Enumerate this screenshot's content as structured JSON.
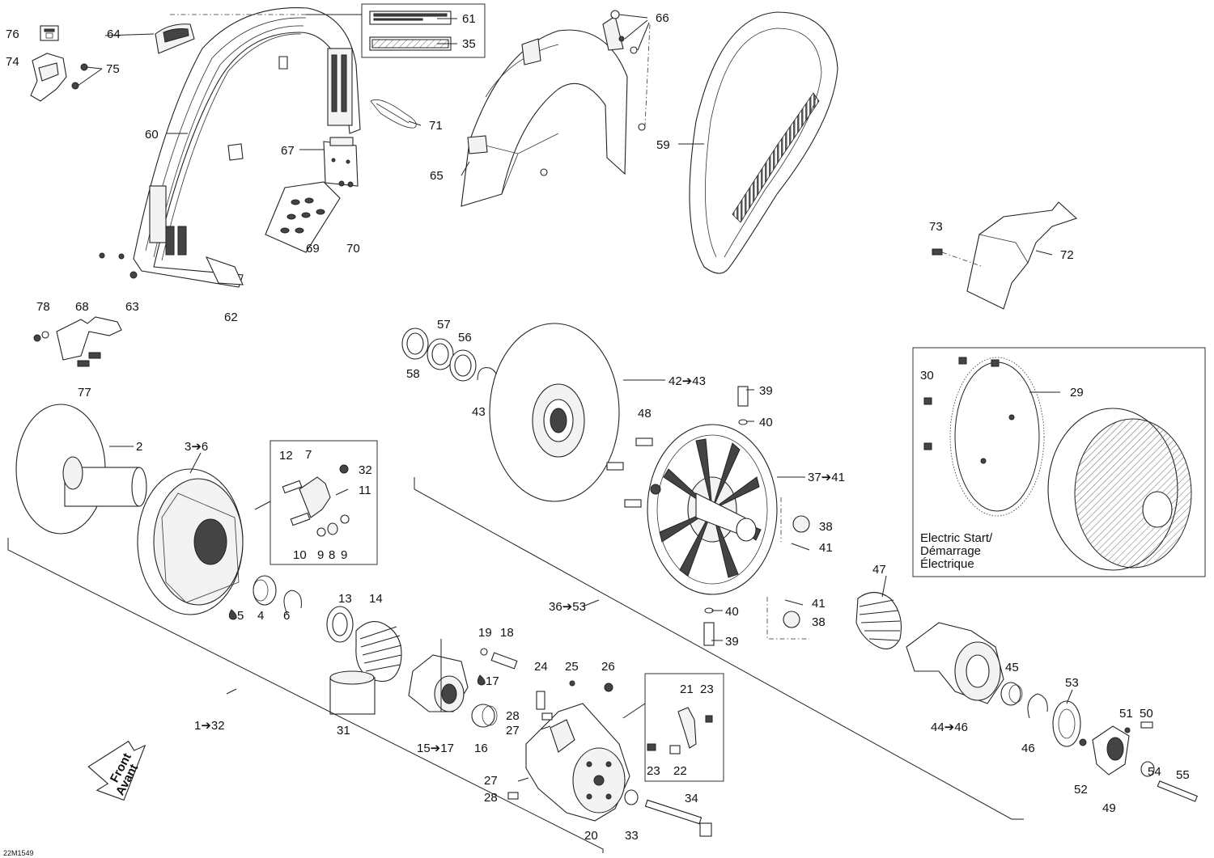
{
  "diagram": {
    "drawing_code": "22M1549",
    "front_label": [
      "Front",
      "Avant"
    ],
    "electric_start_label": [
      "Electric Start/",
      "Démarrage",
      "Électrique"
    ],
    "callouts": [
      {
        "id": "c76",
        "text": "76"
      },
      {
        "id": "c64",
        "text": "64"
      },
      {
        "id": "c74",
        "text": "74"
      },
      {
        "id": "c75",
        "text": "75"
      },
      {
        "id": "c61",
        "text": "61"
      },
      {
        "id": "c35",
        "text": "35"
      },
      {
        "id": "c66",
        "text": "66"
      },
      {
        "id": "c60",
        "text": "60"
      },
      {
        "id": "c71",
        "text": "71"
      },
      {
        "id": "c67",
        "text": "67"
      },
      {
        "id": "c59",
        "text": "59"
      },
      {
        "id": "c65",
        "text": "65"
      },
      {
        "id": "c69",
        "text": "69"
      },
      {
        "id": "c70",
        "text": "70"
      },
      {
        "id": "c73",
        "text": "73"
      },
      {
        "id": "c72",
        "text": "72"
      },
      {
        "id": "c63",
        "text": "63"
      },
      {
        "id": "c62",
        "text": "62"
      },
      {
        "id": "c78",
        "text": "78"
      },
      {
        "id": "c68",
        "text": "68"
      },
      {
        "id": "c77",
        "text": "77"
      },
      {
        "id": "c57",
        "text": "57"
      },
      {
        "id": "c56",
        "text": "56"
      },
      {
        "id": "c58",
        "text": "58"
      },
      {
        "id": "c43",
        "text": "43"
      },
      {
        "id": "c42_43",
        "text": "42➔43"
      },
      {
        "id": "c39a",
        "text": "39"
      },
      {
        "id": "c40a",
        "text": "40"
      },
      {
        "id": "c48",
        "text": "48"
      },
      {
        "id": "c30",
        "text": "30"
      },
      {
        "id": "c29",
        "text": "29"
      },
      {
        "id": "c2",
        "text": "2"
      },
      {
        "id": "c3_6",
        "text": "3➔6"
      },
      {
        "id": "c12",
        "text": "12"
      },
      {
        "id": "c7",
        "text": "7"
      },
      {
        "id": "c32",
        "text": "32"
      },
      {
        "id": "c11",
        "text": "11"
      },
      {
        "id": "c37_41",
        "text": "37➔41"
      },
      {
        "id": "c38a",
        "text": "38"
      },
      {
        "id": "c41a",
        "text": "41"
      },
      {
        "id": "c10",
        "text": "10"
      },
      {
        "id": "c9a",
        "text": "9"
      },
      {
        "id": "c8",
        "text": "8"
      },
      {
        "id": "c9b",
        "text": "9"
      },
      {
        "id": "c47",
        "text": "47"
      },
      {
        "id": "c13",
        "text": "13"
      },
      {
        "id": "c14",
        "text": "14"
      },
      {
        "id": "c36_53",
        "text": "36➔53"
      },
      {
        "id": "c40b",
        "text": "40"
      },
      {
        "id": "c41b",
        "text": "41"
      },
      {
        "id": "c38b",
        "text": "38"
      },
      {
        "id": "c5",
        "text": "5"
      },
      {
        "id": "c4",
        "text": "4"
      },
      {
        "id": "c6",
        "text": "6"
      },
      {
        "id": "c19",
        "text": "19"
      },
      {
        "id": "c18",
        "text": "18"
      },
      {
        "id": "c39b",
        "text": "39"
      },
      {
        "id": "c24",
        "text": "24"
      },
      {
        "id": "c25",
        "text": "25"
      },
      {
        "id": "c26",
        "text": "26"
      },
      {
        "id": "c17",
        "text": "17"
      },
      {
        "id": "c21",
        "text": "21"
      },
      {
        "id": "c23a",
        "text": "23"
      },
      {
        "id": "c45",
        "text": "45"
      },
      {
        "id": "c53",
        "text": "53"
      },
      {
        "id": "c1_32",
        "text": "1➔32"
      },
      {
        "id": "c31",
        "text": "31"
      },
      {
        "id": "c28a",
        "text": "28"
      },
      {
        "id": "c27a",
        "text": "27"
      },
      {
        "id": "c15_17",
        "text": "15➔17"
      },
      {
        "id": "c16",
        "text": "16"
      },
      {
        "id": "c44_46",
        "text": "44➔46"
      },
      {
        "id": "c46",
        "text": "46"
      },
      {
        "id": "c51",
        "text": "51"
      },
      {
        "id": "c50",
        "text": "50"
      },
      {
        "id": "c23b",
        "text": "23"
      },
      {
        "id": "c22",
        "text": "22"
      },
      {
        "id": "c54",
        "text": "54"
      },
      {
        "id": "c27b",
        "text": "27"
      },
      {
        "id": "c52",
        "text": "52"
      },
      {
        "id": "c55",
        "text": "55"
      },
      {
        "id": "c28b",
        "text": "28"
      },
      {
        "id": "c34",
        "text": "34"
      },
      {
        "id": "c49",
        "text": "49"
      },
      {
        "id": "c20",
        "text": "20"
      },
      {
        "id": "c33",
        "text": "33"
      }
    ]
  }
}
